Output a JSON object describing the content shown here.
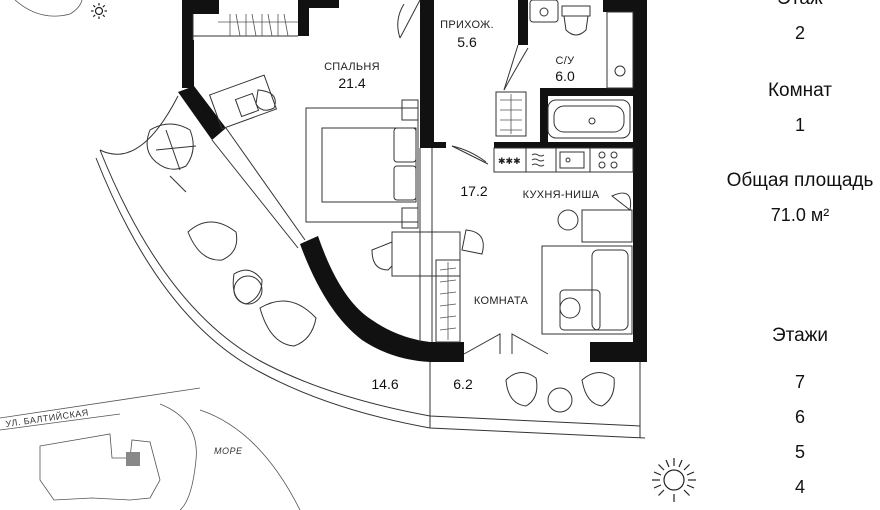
{
  "plan": {
    "rooms": [
      {
        "label": "СПАЛЬНЯ",
        "area": "21.4"
      },
      {
        "label": "ПРИХОЖ.",
        "area": "5.6"
      },
      {
        "label": "С/У",
        "area": "6.0"
      },
      {
        "label": "КУХНЯ-НИША",
        "area": ""
      },
      {
        "label": "",
        "area": "17.2"
      },
      {
        "label": "КОМНАТА",
        "area": ""
      },
      {
        "label": "",
        "area": "14.6"
      },
      {
        "label": "",
        "area": "6.2"
      }
    ],
    "map": {
      "street": "УЛ. БАЛТИЙСКАЯ",
      "sea": "МОРЕ"
    },
    "stove_marks": "✱✱✱"
  },
  "info": {
    "floor_label": "Этаж",
    "floor_value": "2",
    "rooms_label": "Комнат",
    "rooms_value": "1",
    "area_label": "Общая площадь",
    "area_value": "71.0 м²",
    "floors_label": "Этажи",
    "floors": [
      "7",
      "6",
      "5",
      "4"
    ]
  },
  "icons": [
    "sun-icon",
    "compass-sun-icon"
  ],
  "colors": {
    "wall": "#111111",
    "line": "#333333"
  }
}
